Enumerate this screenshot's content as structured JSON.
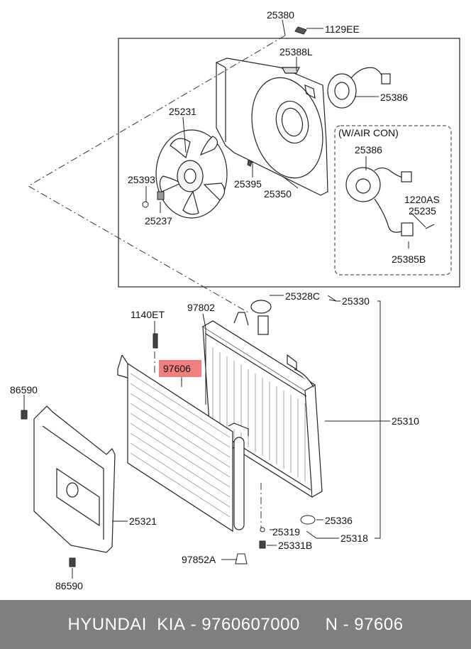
{
  "callouts": {
    "c25380": "25380",
    "c1129EE": "1129EE",
    "c25388L": "25388L",
    "c25386_top": "25386",
    "c25231": "25231",
    "wairc": "(W/AIR CON)",
    "c25386_box": "25386",
    "c25393": "25393",
    "c25395": "25395",
    "c25350": "25350",
    "c1220AS": "1220AS",
    "c25235": "25235",
    "c25237": "25237",
    "c25385B": "25385B",
    "c25328C": "25328C",
    "c25330": "25330",
    "c1140ET": "1140ET",
    "c97802": "97802",
    "c97606": "97606",
    "c86590_top": "86590",
    "c25310": "25310",
    "c25336": "25336",
    "c25321": "25321",
    "c25319": "25319",
    "c25318": "25318",
    "c25331B": "25331B",
    "c97852A": "97852A",
    "c86590_bot": "86590"
  },
  "highlight_color": "#f08080",
  "footer": {
    "brand": "HYUNDAI  KIA",
    "part_number": "9760607000",
    "sep1": " - ",
    "ref_prefix": "N",
    "sep2": " - ",
    "ref_code": "97606"
  }
}
